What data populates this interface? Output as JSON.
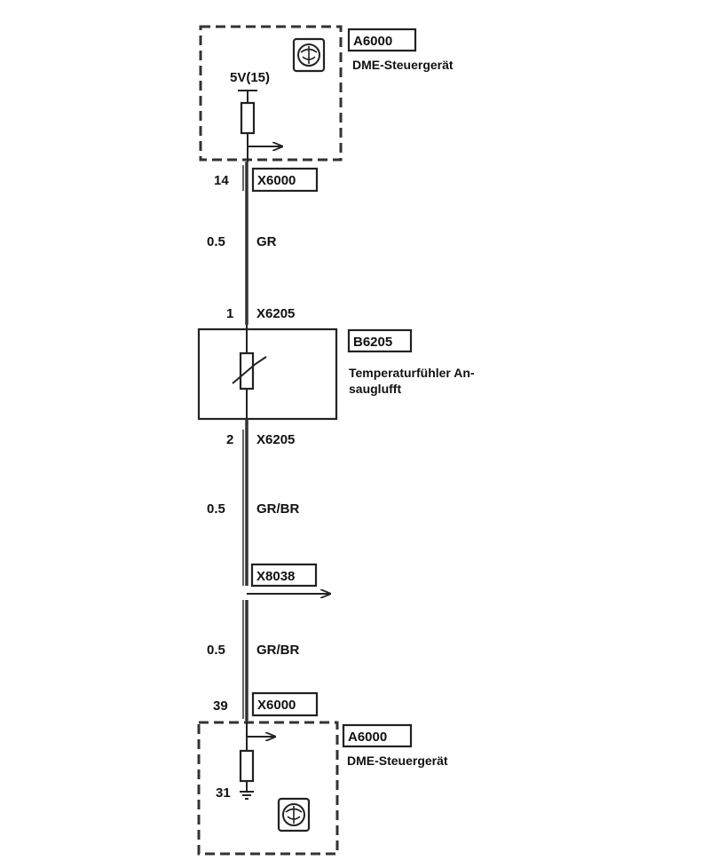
{
  "top_unit": {
    "id": "A6000",
    "name": "DME-Steuergerät",
    "supply": "5V(15)",
    "icon": "ecu-control-unit-icon"
  },
  "connector_top": {
    "pin": "14",
    "id": "X6000"
  },
  "wire_1": {
    "size": "0.5",
    "color": "GR"
  },
  "sensor_pin_top": {
    "pin": "1",
    "id": "X6205"
  },
  "sensor": {
    "id": "B6205",
    "name_line1": "Temperaturfühler An-",
    "name_line2": "sauglufft",
    "icon": "variable-resistor-icon"
  },
  "sensor_pin_bottom": {
    "pin": "2",
    "id": "X6205"
  },
  "wire_2": {
    "size": "0.5",
    "color": "GR/BR"
  },
  "splice": {
    "id": "X8038"
  },
  "wire_3": {
    "size": "0.5",
    "color": "GR/BR"
  },
  "connector_bottom": {
    "pin": "39",
    "id": "X6000"
  },
  "bottom_unit": {
    "id": "A6000",
    "name": "DME-Steuergerät",
    "ground_pin": "31",
    "icon": "ecu-control-unit-icon"
  }
}
